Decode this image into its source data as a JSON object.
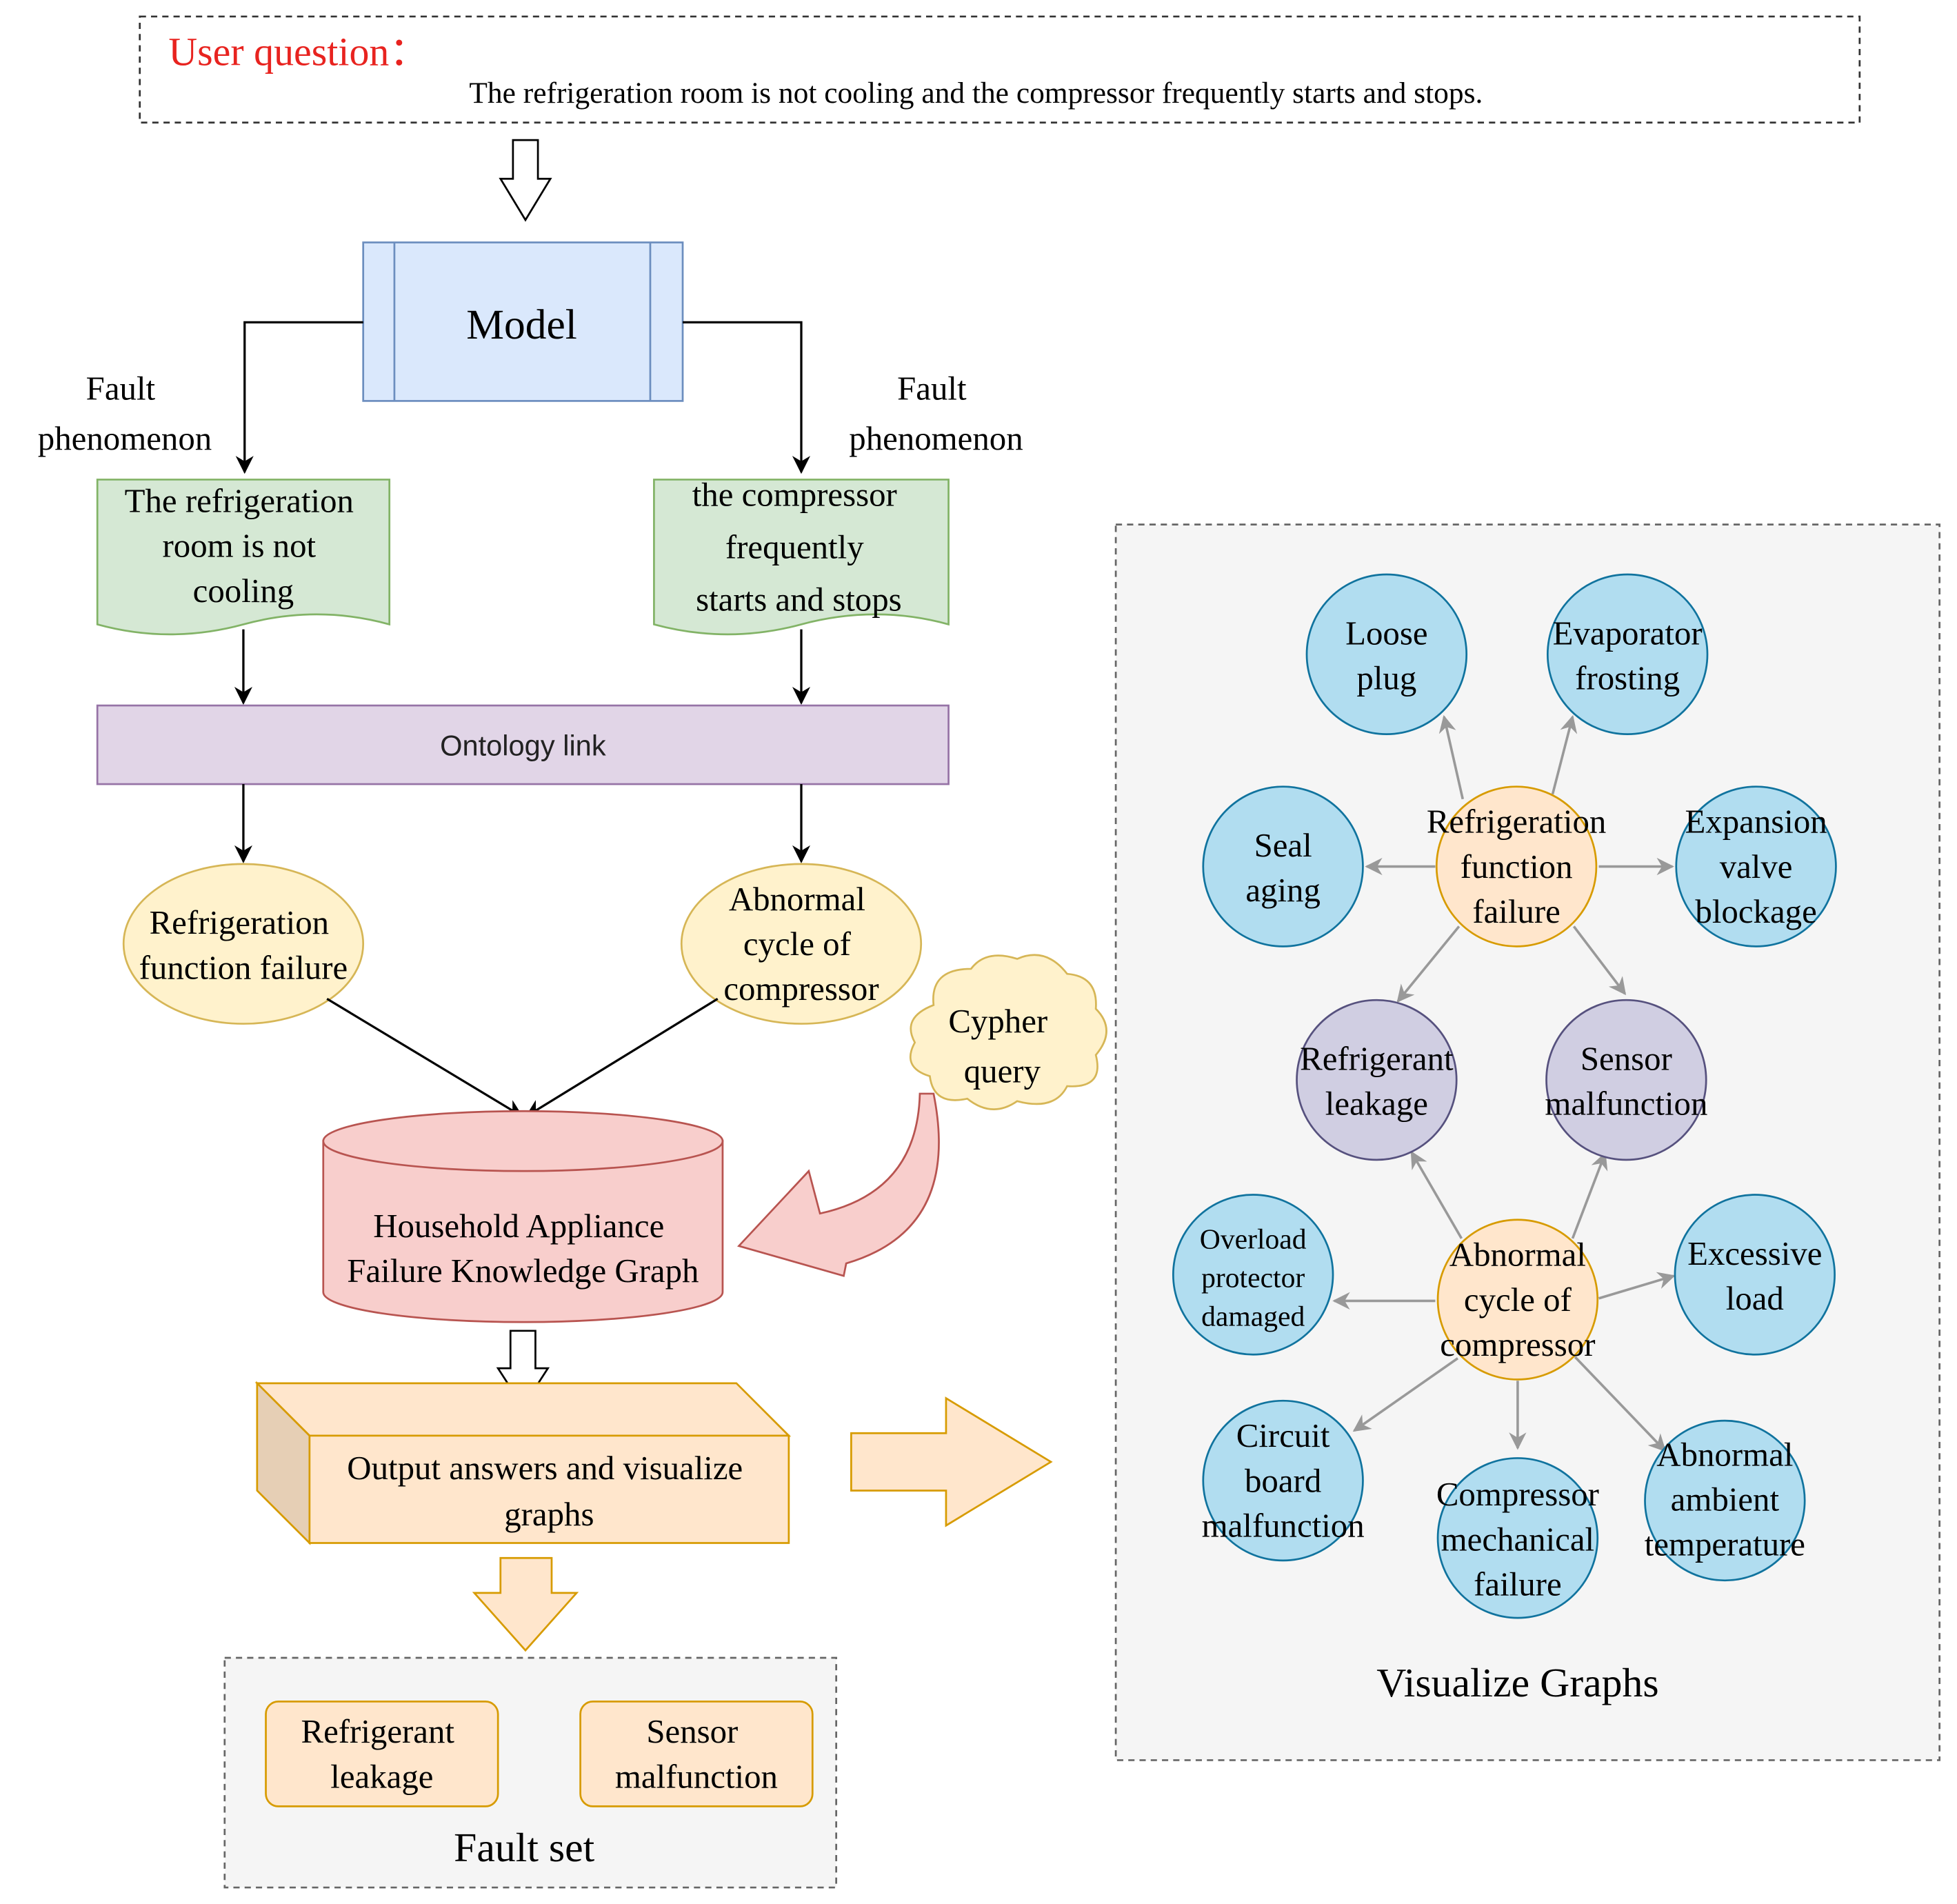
{
  "user_question": {
    "label": "User question：",
    "text": "The refrigeration room is not cooling and the compressor frequently starts and stops."
  },
  "model": {
    "label": "Model"
  },
  "edge_labels": {
    "left": [
      "Fault",
      "phenomenon"
    ],
    "right": [
      "Fault",
      "phenomenon"
    ]
  },
  "phenomena": {
    "left": [
      "The refrigeration",
      "room is not",
      "cooling"
    ],
    "right": [
      "the compressor",
      "frequently",
      "starts and stops"
    ]
  },
  "ontology": {
    "label": "Ontology link"
  },
  "entities": {
    "left": [
      "Refrigeration",
      "function failure"
    ],
    "right": [
      "Abnormal",
      "cycle of",
      "compressor"
    ]
  },
  "cypher": {
    "label": [
      "Cypher",
      "query"
    ]
  },
  "knowledge_graph": {
    "label": [
      "Household Appliance",
      "Failure Knowledge Graph"
    ]
  },
  "output": {
    "label": [
      "Output answers and visualize",
      "graphs"
    ]
  },
  "fault_set": {
    "title": "Fault set",
    "items": [
      [
        "Refrigerant",
        "leakage"
      ],
      [
        "Sensor",
        "malfunction"
      ]
    ]
  },
  "visualize": {
    "title": "Visualize Graphs",
    "nodes": {
      "loose_plug": [
        "Loose",
        "plug"
      ],
      "evaporator_frosting": [
        "Evaporator",
        "frosting"
      ],
      "seal_aging": [
        "Seal",
        "aging"
      ],
      "refrigeration_function_failure": [
        "Refrigeration",
        "function",
        "failure"
      ],
      "expansion_valve_blockage": [
        "Expansion",
        "valve",
        "blockage"
      ],
      "refrigerant_leakage": [
        "Refrigerant",
        "leakage"
      ],
      "sensor_malfunction": [
        "Sensor",
        "malfunction"
      ],
      "overload_protector_damaged": [
        "Overload",
        "protector",
        "damaged"
      ],
      "abnormal_cycle_of_compressor": [
        "Abnormal",
        "cycle of",
        "compressor"
      ],
      "excessive_load": [
        "Excessive",
        "load"
      ],
      "circuit_board_malfunction": [
        "Circuit",
        "board",
        "malfunction"
      ],
      "compressor_mechanical_failure": [
        "Compressor",
        "mechanical",
        "failure"
      ],
      "abnormal_ambient_temperature": [
        "Abnormal",
        "ambient",
        "temperature"
      ]
    }
  },
  "colors": {
    "user_question_red": "#e8231f",
    "model_fill": "#dae8fc",
    "model_stroke": "#6c8ebf",
    "phenomenon_fill": "#d5e8d4",
    "phenomenon_stroke": "#82b366",
    "ontology_fill": "#e1d5e7",
    "ontology_stroke": "#9673a6",
    "entity_fill": "#fff2cc",
    "entity_stroke": "#d6b656",
    "db_fill": "#f8cecc",
    "db_stroke": "#b85450",
    "output_fill": "#ffe6cc",
    "output_stroke": "#d79b00",
    "leaf_node_fill": "#b1ddf0",
    "leaf_node_stroke": "#10739e",
    "mid_node_fill": "#d0cee2",
    "mid_node_stroke": "#56517e",
    "panel_fill": "#f5f5f5",
    "panel_stroke": "#666666"
  },
  "icons": {
    "hollow_arrows": "hollow-down-arrow",
    "cloud": "cloud-shape",
    "curved_arrow": "curved-arrow"
  }
}
